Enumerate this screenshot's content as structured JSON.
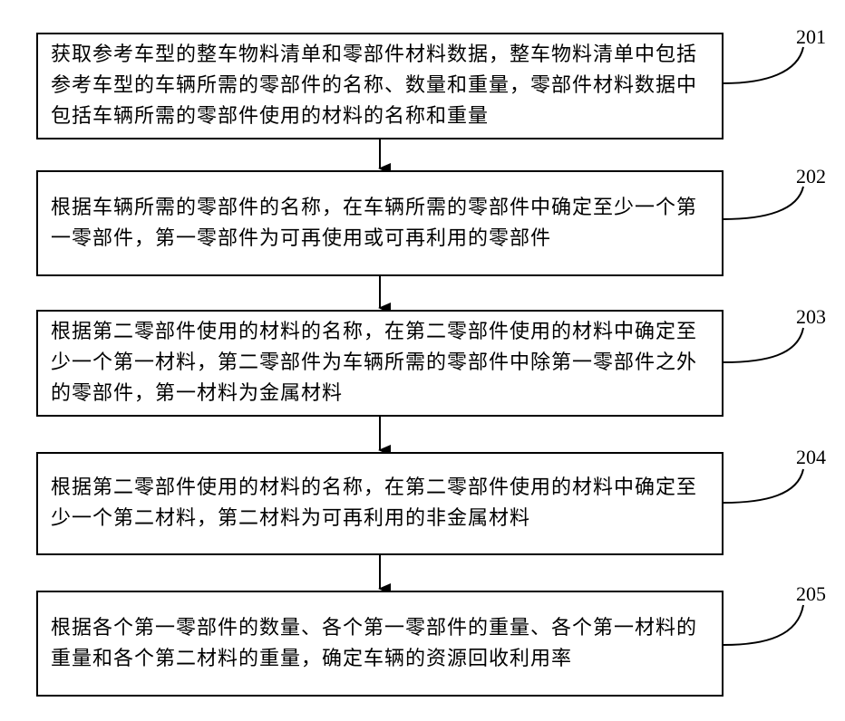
{
  "steps": [
    {
      "label": "201",
      "text": "获取参考车型的整车物料清单和零部件材料数据，整车物料清单中包括参考车型的车辆所需的零部件的名称、数量和重量，零部件材料数据中包括车辆所需的零部件使用的材料的名称和重量"
    },
    {
      "label": "202",
      "text": "根据车辆所需的零部件的名称，在车辆所需的零部件中确定至少一个第一零部件，第一零部件为可再使用或可再利用的零部件"
    },
    {
      "label": "203",
      "text": "根据第二零部件使用的材料的名称，在第二零部件使用的材料中确定至少一个第一材料，第二零部件为车辆所需的零部件中除第一零部件之外的零部件，第一材料为金属材料"
    },
    {
      "label": "204",
      "text": "根据第二零部件使用的材料的名称，在第二零部件使用的材料中确定至少一个第二材料，第二材料为可再利用的非金属材料"
    },
    {
      "label": "205",
      "text": "根据各个第一零部件的数量、各个第一零部件的重量、各个第一材料的重量和各个第二材料的重量，确定车辆的资源回收利用率"
    }
  ]
}
